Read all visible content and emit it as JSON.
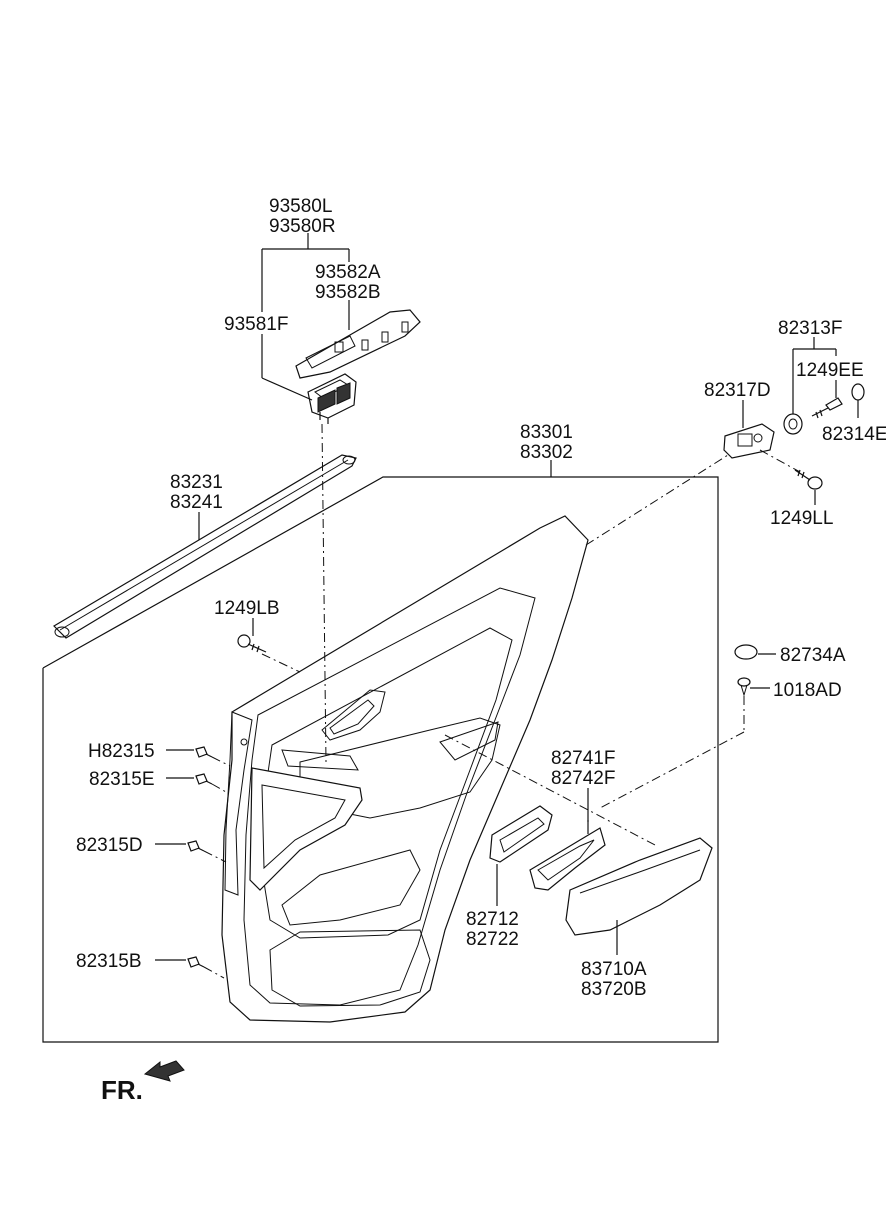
{
  "labels": {
    "p93580L": "93580L",
    "p93580R": "93580R",
    "p93582A": "93582A",
    "p93582B": "93582B",
    "p93581F": "93581F",
    "p82313F": "82313F",
    "p1249EE": "1249EE",
    "p82317D": "82317D",
    "p82314E": "82314E",
    "p83301": "83301",
    "p83302": "83302",
    "p1249LL": "1249LL",
    "p83231": "83231",
    "p83241": "83241",
    "p1249LB": "1249LB",
    "p82734A": "82734A",
    "p1018AD": "1018AD",
    "pH82315": "H82315",
    "p82315E": "82315E",
    "p82741F": "82741F",
    "p82742F": "82742F",
    "p82315D": "82315D",
    "p82712": "82712",
    "p82722": "82722",
    "p82315B": "82315B",
    "p83710A": "83710A",
    "p83720B": "83720B",
    "fr": "FR."
  }
}
